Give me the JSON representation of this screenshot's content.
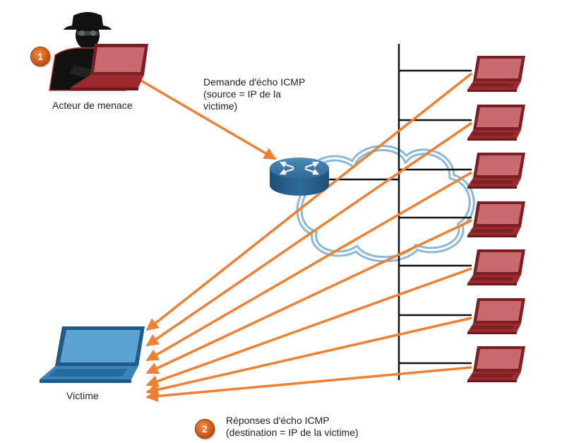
{
  "attacker": {
    "label": "Acteur de menace",
    "step": "1"
  },
  "request": {
    "line1": "Demande d'écho ICMP",
    "line2": "(source = IP de la",
    "line3": "victime)"
  },
  "victim": {
    "label": "Victime"
  },
  "replies": {
    "step": "2",
    "line1": "Réponses d'écho ICMP",
    "line2": "(destination = IP de la victime)"
  },
  "colors": {
    "arrow": "#f08030",
    "host": "#b83a3a",
    "victim": "#3a8fc8",
    "cloud": "#8ab8d8",
    "bus": "#111111"
  },
  "icons": [
    "hacker-icon",
    "laptop-icon",
    "router-icon",
    "cloud-icon"
  ]
}
